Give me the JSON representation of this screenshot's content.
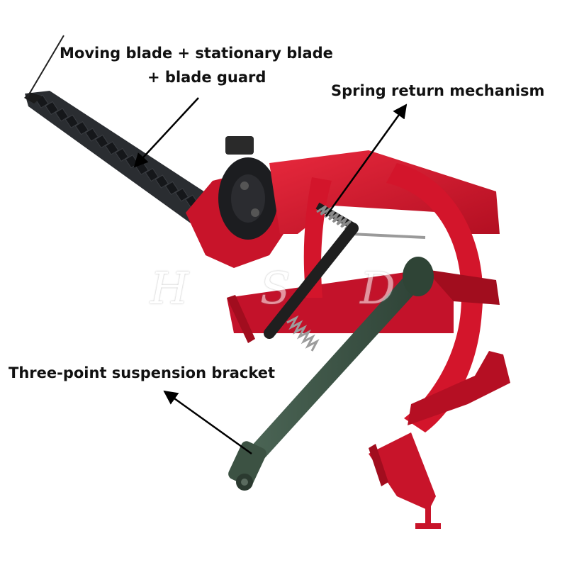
{
  "labels": {
    "blade_line1": "Moving blade + stationary blade",
    "blade_line2": "+ blade guard",
    "spring": "Spring return mechanism",
    "bracket": "Three-point suspension bracket"
  },
  "watermark": [
    "H",
    "S",
    "D"
  ],
  "colors": {
    "frame_red": "#d3152b",
    "frame_shadow": "#a10d1e",
    "blade_dark": "#1f2226",
    "shaft_green": "#3f5547",
    "label_text": "#111111",
    "background": "#ffffff"
  }
}
